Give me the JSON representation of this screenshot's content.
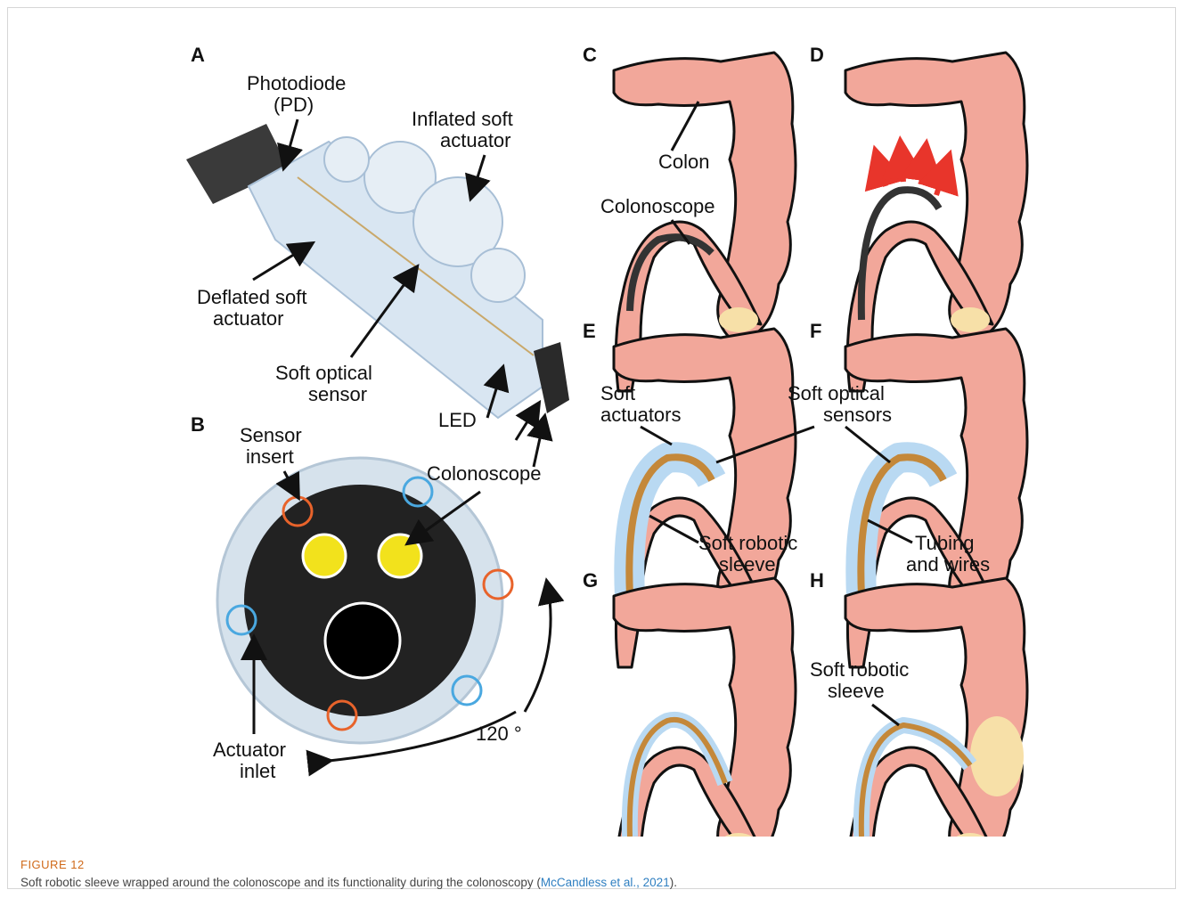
{
  "panel_labels": [
    "A",
    "B",
    "C",
    "D",
    "E",
    "F",
    "G",
    "H"
  ],
  "panel_a": {
    "photodiode": [
      "Photodiode",
      "(PD)"
    ],
    "inflated": [
      "Inflated soft",
      "actuator"
    ],
    "deflated": [
      "Deflated soft",
      "actuator"
    ],
    "optical_sensor": [
      "Soft optical",
      "sensor"
    ],
    "led": "LED"
  },
  "panel_b": {
    "sensor_insert": [
      "Sensor",
      "insert"
    ],
    "colonoscope": "Colonoscope",
    "actuator_inlet": [
      "Actuator",
      "inlet"
    ],
    "angle": "120 °"
  },
  "panel_c": {
    "colon": "Colon",
    "colonoscope": "Colonoscope"
  },
  "panel_ef": {
    "soft_actuators": [
      "Soft",
      "actuators"
    ],
    "soft_optical_sensors": [
      "Soft optical",
      "sensors"
    ],
    "soft_robotic_sleeve": [
      "Soft robotic",
      "sleeve"
    ],
    "tubing_wires": [
      "Tubing",
      "and wires"
    ]
  },
  "panel_h": {
    "soft_robotic_sleeve": [
      "Soft robotic",
      "sleeve"
    ]
  },
  "caption": {
    "label": "FIGURE 12",
    "text": "Soft robotic sleeve wrapped around the colonoscope and its functionality during the colonoscopy (",
    "citation": "McCandless et al., 2021",
    "text_end": ")."
  },
  "colors": {
    "colon": "#f2a79a",
    "cecum": "#f7e0a8",
    "sleeve": "#b9d9f2",
    "scope": "#333333",
    "arrow_red": "#e8352b",
    "ring_orange": "#e8632b",
    "ring_blue": "#4aa8e0",
    "caption_label": "#d06a1a",
    "link": "#2f7fc1"
  }
}
